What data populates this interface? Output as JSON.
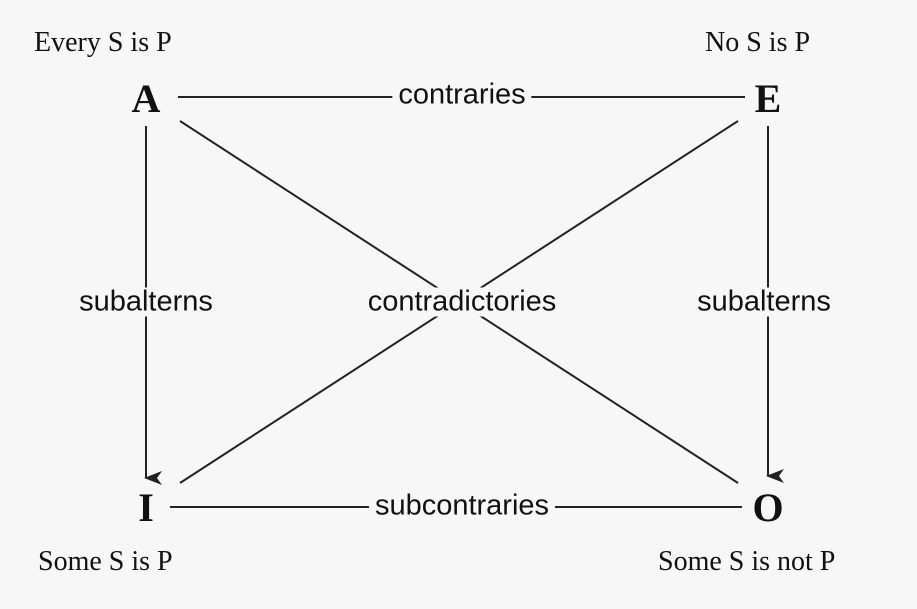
{
  "corners": {
    "a": {
      "letter": "A",
      "proposition": "Every S is P"
    },
    "e": {
      "letter": "E",
      "proposition": "No S is P"
    },
    "i": {
      "letter": "I",
      "proposition": "Some S is P"
    },
    "o": {
      "letter": "O",
      "proposition": "Some S is not P"
    }
  },
  "relations": {
    "top": "contraries",
    "bottom": "subcontraries",
    "left": "subalterns",
    "right": "subalterns",
    "center": "contradictories"
  },
  "colors": {
    "line": "#222222",
    "background": "#f7f7f7"
  }
}
